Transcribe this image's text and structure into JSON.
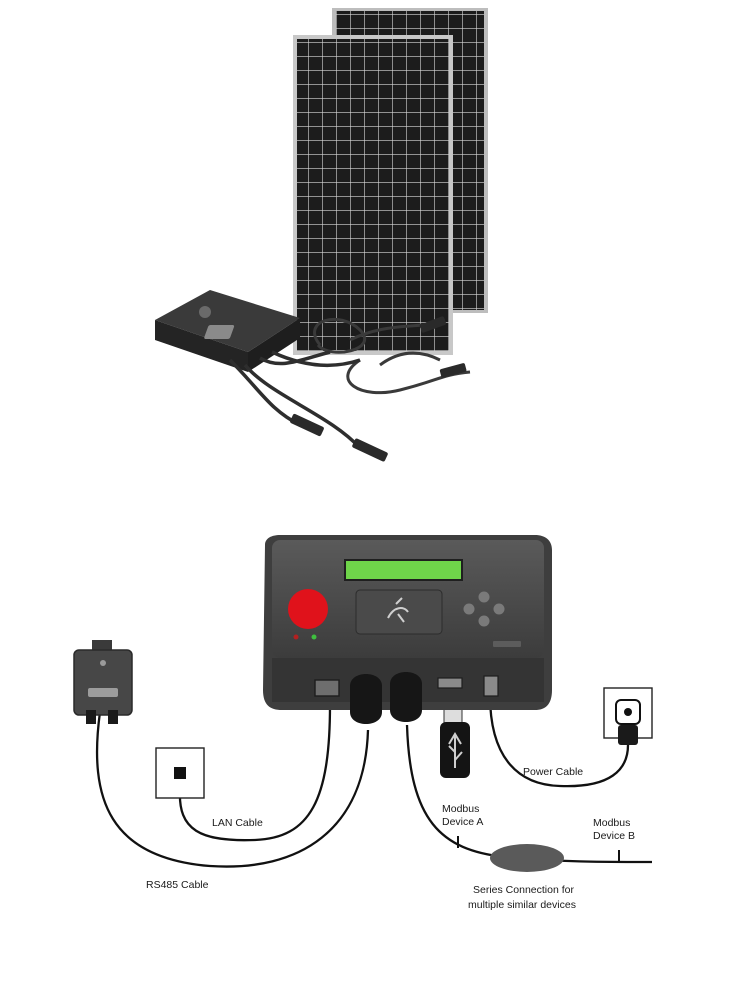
{
  "labels": {
    "lan_cable": "LAN Cable",
    "rs485_cable": "RS485 Cable",
    "power_cable": "Power Cable",
    "modbus_a_line1": "Modbus",
    "modbus_a_line2": "Device A",
    "modbus_b_line1": "Modbus",
    "modbus_b_line2": "Device B",
    "series_line1": "Series Connection for",
    "series_line2": "multiple similar devices"
  },
  "colors": {
    "lcd_screen": "#6fd54a",
    "power_button": "#e0121b",
    "status_led": "#3fbf3f",
    "gateway_body": "#4a4a4a",
    "panel_cells": "#1c1c1c"
  }
}
